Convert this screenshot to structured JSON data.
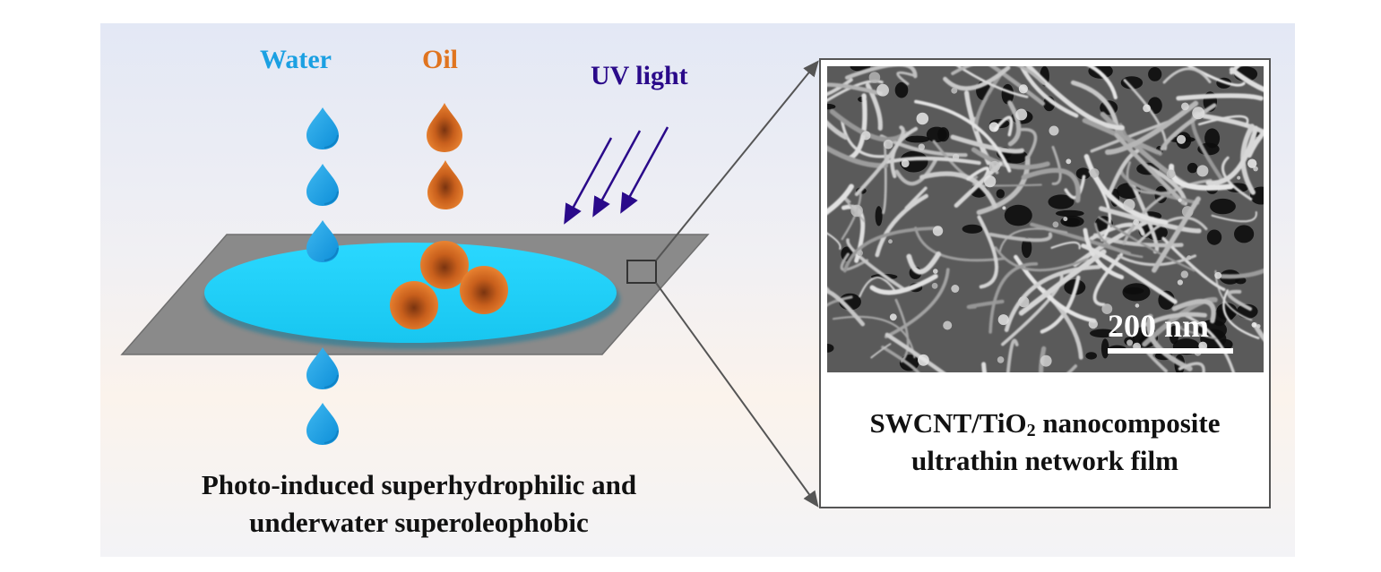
{
  "labels": {
    "water": "Water",
    "oil": "Oil",
    "uv": "UV light"
  },
  "left_caption": {
    "line1": "Photo-induced superhydrophilic and",
    "line2": "underwater superoleophobic"
  },
  "sem": {
    "scale_label": "200 nm"
  },
  "right_caption": {
    "line1_prefix": "SWCNT/TiO",
    "line1_subscript": "2",
    "line1_suffix": " nanocomposite",
    "line2": "ultrathin network film"
  },
  "colors": {
    "water": "#1ba0e2",
    "oil": "#e0741f",
    "uv": "#2a0a8a",
    "substrate": "#8a8a8a",
    "water_film": "#22d3fa"
  }
}
